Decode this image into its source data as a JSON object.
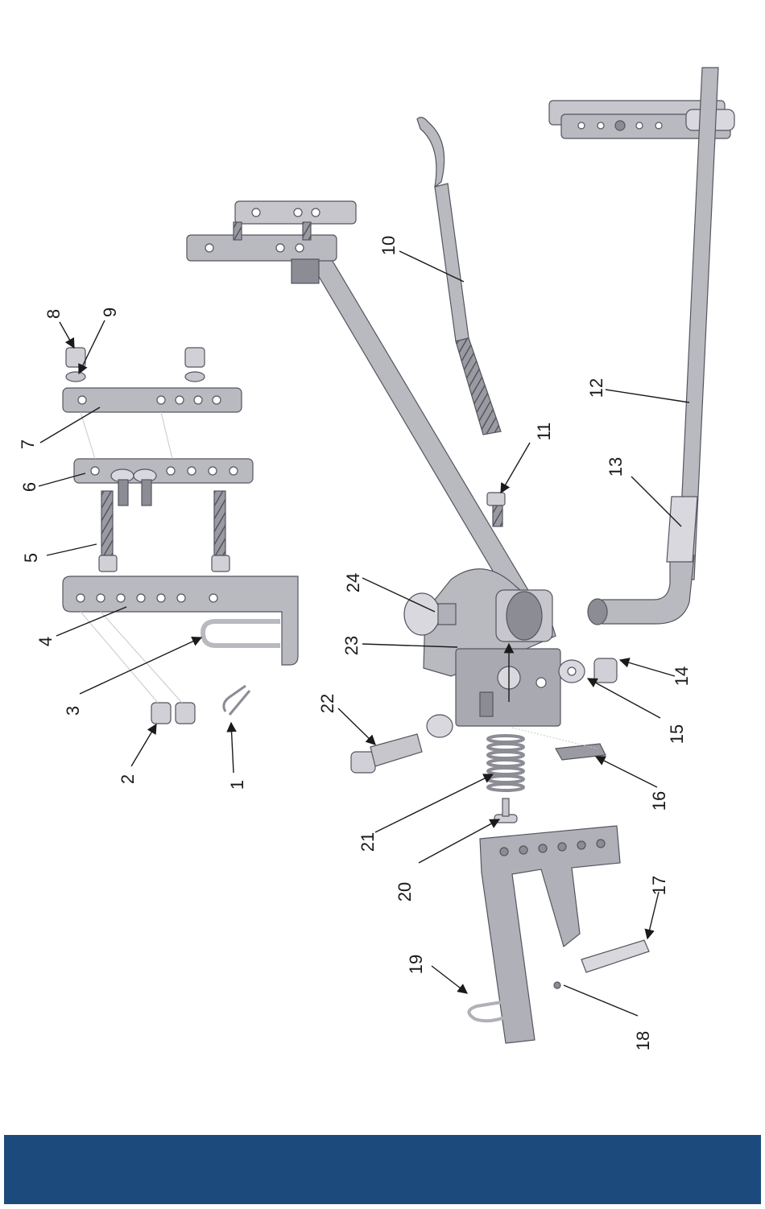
{
  "diagram": {
    "callouts": [
      "1",
      "2",
      "3",
      "4",
      "5",
      "6",
      "7",
      "8",
      "9",
      "10",
      "11",
      "12",
      "13",
      "14",
      "15",
      "16",
      "17",
      "18",
      "19",
      "20",
      "21",
      "22",
      "23",
      "24"
    ]
  },
  "colors": {
    "part_fill": "#b9b9c0",
    "part_dark": "#8c8c95",
    "part_light": "#d8d8de",
    "edge": "#555560",
    "leader": "#1a1a1a",
    "footer": "#1d4a7c"
  }
}
